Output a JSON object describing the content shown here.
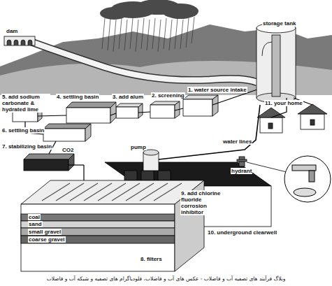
{
  "diagram": {
    "caption": "وبلاگ فرآیند های تصفیه آب و فاضلاب - عکس های آب و فاضلاب، فلودیاگرام های تصفیه و شبکه آب و فاضلاب",
    "labels": [
      "dam",
      "storage tank",
      "5. add sodium carbonate & hydrated lime",
      "4. settling basin",
      "3. add alum",
      "2. screening",
      "1. water source intake",
      "11. your home",
      "water lines",
      "6. settling basin",
      "CO2",
      "7. stabilizing basin",
      "pump",
      "hydrant",
      "coal",
      "sand",
      "small gravel",
      "coarse gravel",
      "8. filters",
      "9. add chlorine fluoride corrosion inhibitor",
      "10. underground clearwell"
    ]
  }
}
